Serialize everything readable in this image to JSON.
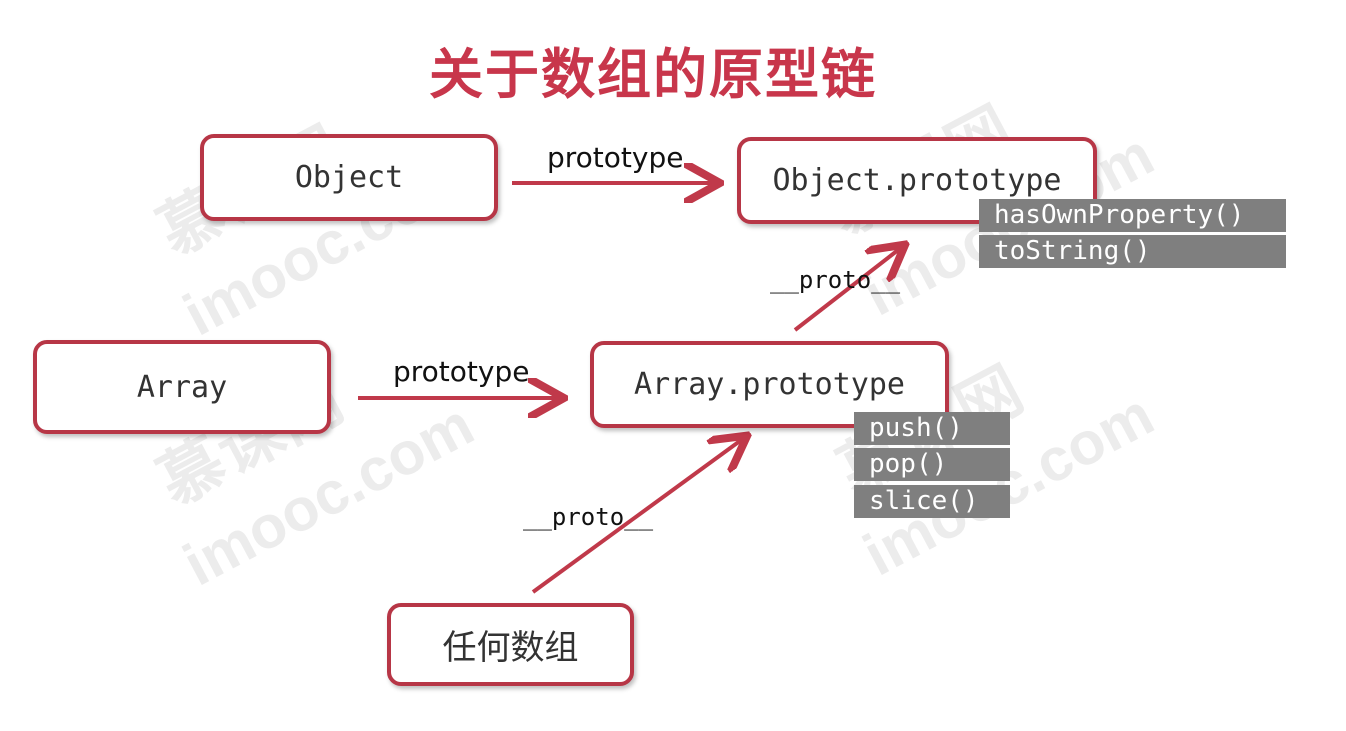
{
  "title": "关于数组的原型链",
  "watermark": {
    "brand": "慕课网",
    "url": "imooc.com"
  },
  "nodes": {
    "object": "Object",
    "object_prototype": "Object.prototype",
    "array": "Array",
    "array_prototype": "Array.prototype",
    "any_array": "任何数组"
  },
  "edge_labels": {
    "object_prototype": "prototype",
    "array_prototype": "prototype",
    "array_proto_to_object_proto": "__proto__",
    "any_array_proto": "__proto__"
  },
  "object_prototype_methods": [
    "hasOwnProperty()",
    "toString()"
  ],
  "array_prototype_methods": [
    "push()",
    "pop()",
    "slice()"
  ],
  "colors": {
    "accent": "#c8364b",
    "node_border": "#b73646",
    "arrow": "#c0394a",
    "method_bg": "#7f7f7f"
  }
}
